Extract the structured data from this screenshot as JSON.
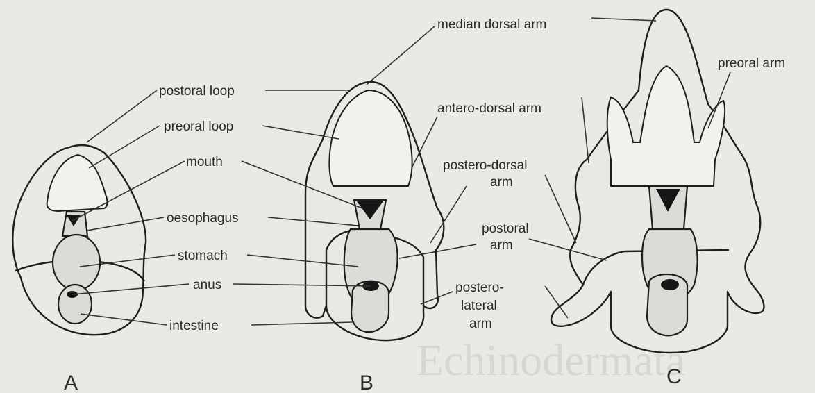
{
  "watermark": "Echinodermata",
  "panels": {
    "a": "A",
    "b": "B",
    "c": "C"
  },
  "labels": {
    "postoral_loop": "postoral loop",
    "preoral_loop": "preoral loop",
    "mouth": "mouth",
    "oesophagus": "oesophagus",
    "stomach": "stomach",
    "anus": "anus",
    "intestine": "intestine",
    "median_dorsal_arm": "median dorsal arm",
    "antero_dorsal_arm": "antero-dorsal arm",
    "postero_dorsal_arm_1": "postero-dorsal",
    "postero_dorsal_arm_2": "arm",
    "postoral_arm_1": "postoral",
    "postoral_arm_2": "arm",
    "postero_lateral_arm_1": "postero-",
    "postero_lateral_arm_2": "lateral",
    "postero_lateral_arm_3": "arm",
    "preoral_arm": "preoral arm"
  }
}
